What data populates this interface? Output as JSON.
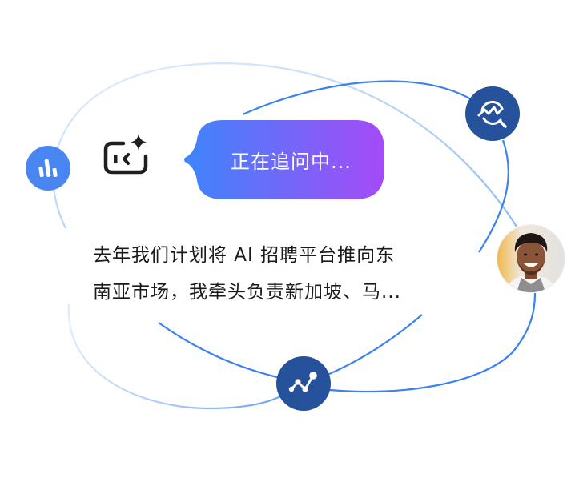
{
  "bubble": {
    "status_text": "正在追问中...",
    "gradient_start": "#3d85fb",
    "gradient_end": "#a54bf7"
  },
  "message": {
    "lines": [
      "去年我们计划将 AI 招聘平台推向东",
      "南亚市场，我牵头负责新加坡、马..."
    ]
  },
  "icons": {
    "ai_logo": "ai-assistant-sparkle-icon",
    "left_node": "bar-chart-icon",
    "top_right_node": "trend-search-icon",
    "bottom_node": "line-graph-icon",
    "avatar": "user-avatar"
  },
  "colors": {
    "node_light_blue": "#4a86f2",
    "node_dark_blue": "#26519b",
    "curve_blue": "#3b82f0",
    "curve_light": "#bcd6fb",
    "text": "#1a1a1a"
  }
}
